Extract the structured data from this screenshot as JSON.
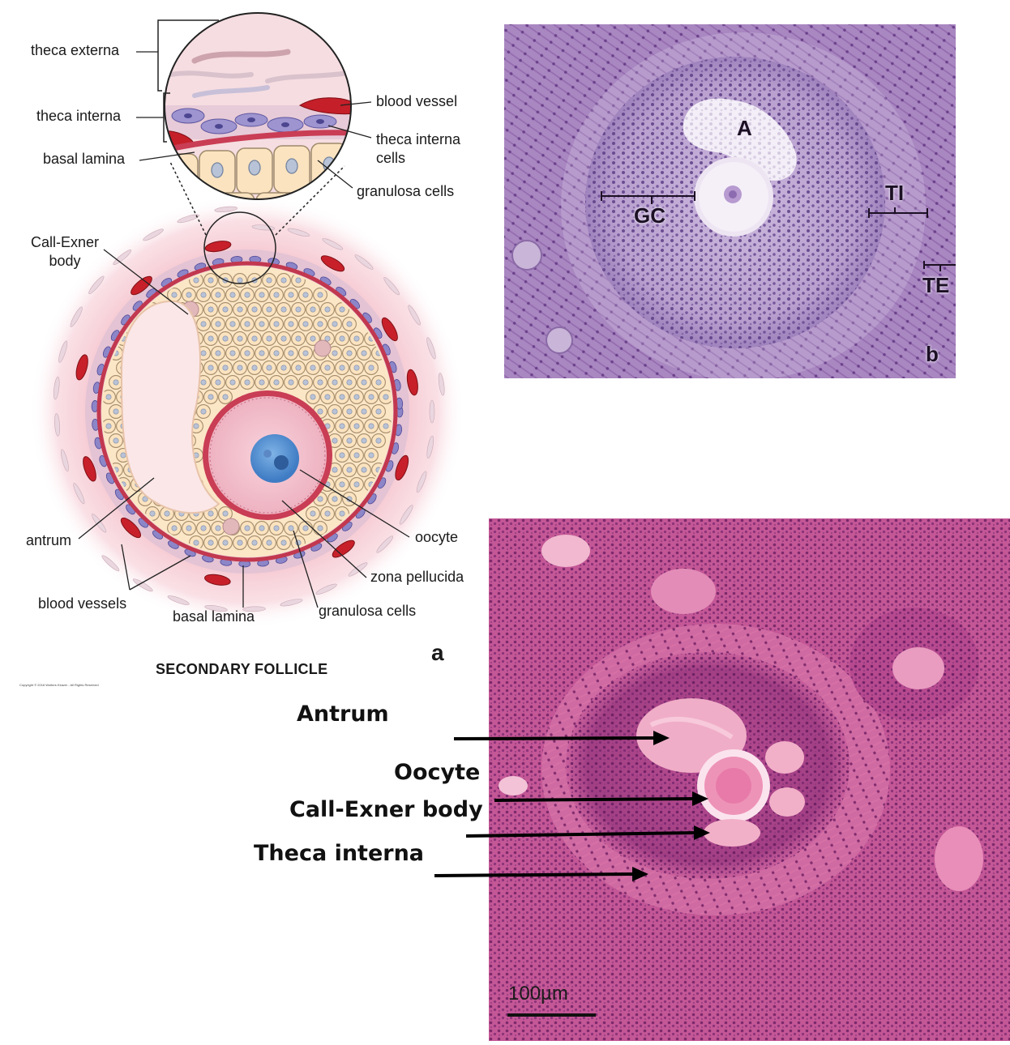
{
  "panel_a": {
    "labels": {
      "theca_externa": "theca externa",
      "theca_interna": "theca interna",
      "basal_lamina_top": "basal lamina",
      "blood_vessel": "blood vessel",
      "theca_interna_cells": "theca interna\ncells",
      "granulosa_cells_top": "granulosa cells",
      "call_exner_body": "Call-Exner\nbody",
      "antrum": "antrum",
      "blood_vessels": "blood vessels",
      "basal_lamina_bottom": "basal lamina",
      "oocyte": "oocyte",
      "zona_pellucida": "zona pellucida",
      "granulosa_cells_bottom": "granulosa cells"
    },
    "title": "SECONDARY FOLLICLE",
    "copyright": "Copyright © 2016 Wolters Kluwer - All Rights Reserved",
    "letter": "a"
  },
  "panel_b": {
    "labels": {
      "antrum": "A",
      "granulosa": "GC",
      "theca_interna": "TI",
      "theca_externa": "TE"
    },
    "letter": "b"
  },
  "panel_c": {
    "labels": {
      "antrum": "Antrum",
      "oocyte": "Oocyte",
      "call_exner": "Call-Exner body",
      "theca_interna": "Theca interna"
    },
    "scale_bar": "100µm"
  },
  "colors": {
    "granulosa": "#fbe6c6",
    "vessel": "#c8202a",
    "theca_cell": "#8c86c8",
    "he_stain": "#c24f92",
    "pas_stain": "#a48bc0"
  }
}
